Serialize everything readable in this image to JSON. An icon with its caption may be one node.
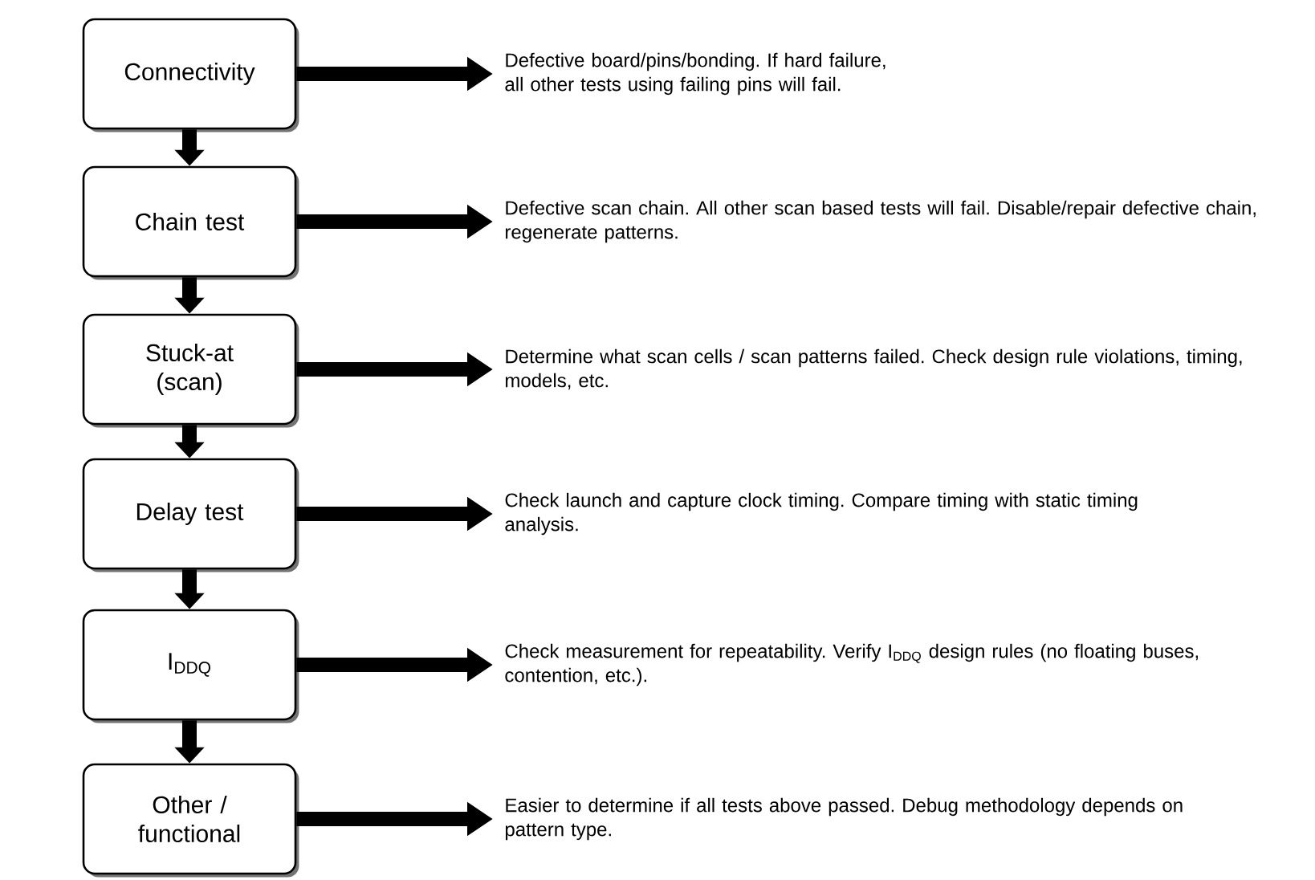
{
  "diagram": {
    "nodes": [
      {
        "text": [
          "Connectivity"
        ]
      },
      {
        "text": [
          "Defective board/pins/bonding. If hard failure, all other tests using failing pins will fail."
        ]
      },
      {
        "text": [
          "Chain test"
        ]
      },
      {
        "text": [
          "Defective scan chain. All other scan based tests will fail. Disable/repair defective chain, regenerate patterns."
        ]
      },
      {
        "text": [
          "Stuck-at (scan)"
        ]
      },
      {
        "text": [
          "Determine what scan cells / scan patterns failed. Check design rule violations, timing, models, etc."
        ]
      },
      {
        "text": [
          "Delay test"
        ]
      },
      {
        "text": [
          "Check launch and capture clock timing. Compare timing with static timing analysis."
        ]
      },
      {
        "text": [
          "I$_{DDQ}$"
        ]
      },
      {
        "text": [
          "Check measurement for repeatability. Verify I$_{DDQ}$ design rules (no floating buses, contention, etc.)."
        ]
      },
      {
        "text": [
          "Other / functional"
        ]
      },
      {
        "text": [
          "Easier to determine if all tests above passed. Debug methodology depends on pattern type."
        ]
      }
    ],
    "edges": [
      {
        "from": 0,
        "to": 1,
        "arrow": "to"
      },
      {
        "from": 0,
        "to": 2,
        "arrow": "to"
      },
      {
        "from": 2,
        "to": 3,
        "arrow": "to"
      },
      {
        "from": 2,
        "to": 4,
        "arrow": "to"
      },
      {
        "from": 4,
        "to": 5,
        "arrow": "to"
      },
      {
        "from": 4,
        "to": 6,
        "arrow": "to"
      },
      {
        "from": 6,
        "to": 7,
        "arrow": "to"
      },
      {
        "from": 6,
        "to": 8,
        "arrow": "to"
      },
      {
        "from": 8,
        "to": 9,
        "arrow": "to"
      },
      {
        "from": 8,
        "to": 10,
        "arrow": "to"
      },
      {
        "from": 10,
        "to": 11,
        "arrow": "to"
      }
    ]
  }
}
